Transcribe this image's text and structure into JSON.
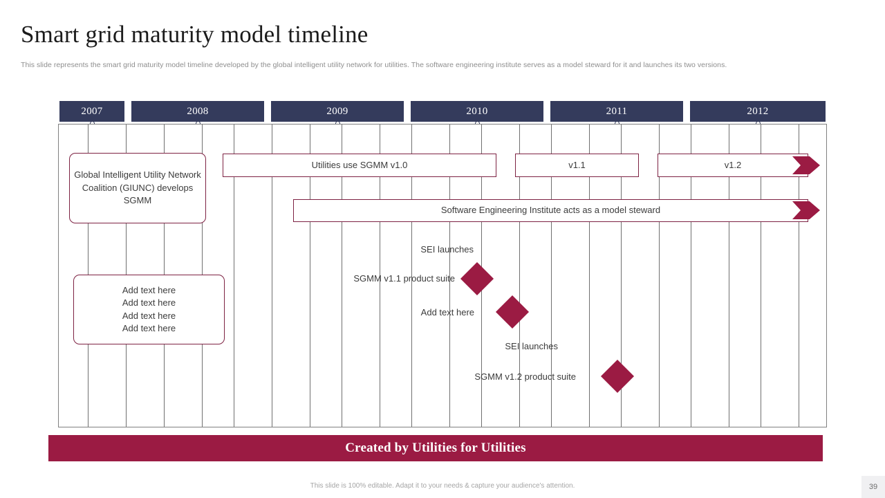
{
  "header": {
    "title": "Smart grid maturity model timeline",
    "subtitle": "This slide represents the smart grid maturity model timeline developed by the global intelligent utility network for utilities. The software engineering institute serves as a model steward for it and launches its two versions."
  },
  "timeline": {
    "years": [
      "2007",
      "2008",
      "2009",
      "2010",
      "2011",
      "2012"
    ],
    "boxes": [
      {
        "name": "giunc-box",
        "text": "Global Intelligent Utility Network Coalition (GIUNC) develops SGMM"
      },
      {
        "name": "utilities-sgmm-v10-bar",
        "text": "Utilities use SGMM v1.0"
      },
      {
        "name": "v11-bar",
        "text": "v1.1"
      },
      {
        "name": "v12-bar",
        "text": "v1.2"
      },
      {
        "name": "sei-steward-bar",
        "text": "Software Engineering Institute acts as a model steward"
      },
      {
        "name": "add-text-box",
        "text": "Add text here\nAdd text here\nAdd text here\nAdd text here"
      }
    ],
    "milestones": [
      {
        "name": "milestone-sgmm-v11",
        "line1": "SEI launches",
        "line2": "SGMM v1.1 product suite"
      },
      {
        "name": "milestone-add-text",
        "line1": "",
        "line2": "Add text here"
      },
      {
        "name": "milestone-sgmm-v12",
        "line1": "SEI launches",
        "line2": "SGMM v1.2 product suite"
      }
    ]
  },
  "banner": {
    "label": "Created by Utilities for Utilities"
  },
  "footer": {
    "note": "This slide is 100% editable. Adapt it to your needs & capture your audience's attention.",
    "page": "39"
  },
  "colors": {
    "navy": "#343B5C",
    "maroon": "#9B1B43",
    "box_border": "#7d2142",
    "grid_line": "#6f6f6f",
    "text": "#3b3b3b"
  }
}
